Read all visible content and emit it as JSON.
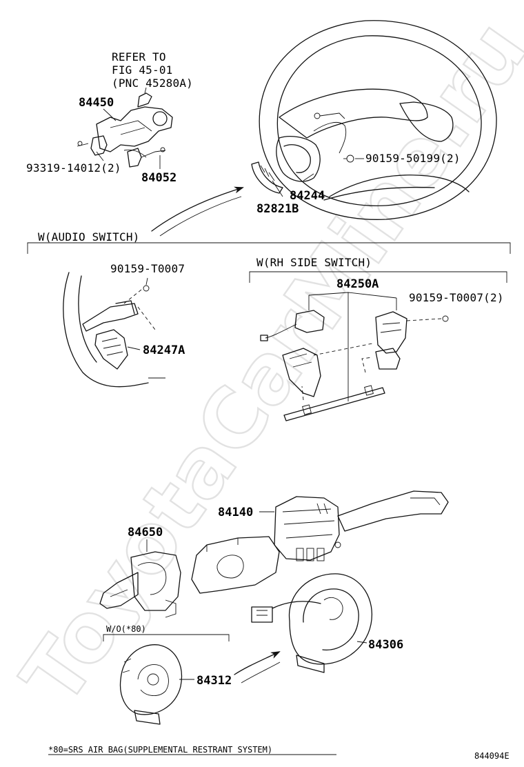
{
  "watermark": "ToyotaCarMine.ru",
  "diagram_id": "844094E",
  "footnote": "*80=SRS AIR BAG(SUPPLEMENTAL RESTRANT SYSTEM)",
  "refer_note": {
    "line1": "REFER TO",
    "line2": "FIG 45-01",
    "line3": "(PNC 45280A)"
  },
  "groups": {
    "audio_switch": "W(AUDIO SWITCH)",
    "rh_side_switch": "W(RH SIDE SWITCH)",
    "without_airbag": "W/O(*80)"
  },
  "part_numbers": {
    "p84450": "84450",
    "p93319": "93319-14012(2)",
    "p84052": "84052",
    "p90159_50199": "90159-50199(2)",
    "p84244": "84244",
    "p82821B": "82821B",
    "p90159_T0007": "90159-T0007",
    "p84247A": "84247A",
    "p84250A": "84250A",
    "p90159_T0007_2": "90159-T0007(2)",
    "p84140": "84140",
    "p84650": "84650",
    "p84306": "84306",
    "p84312": "84312"
  }
}
